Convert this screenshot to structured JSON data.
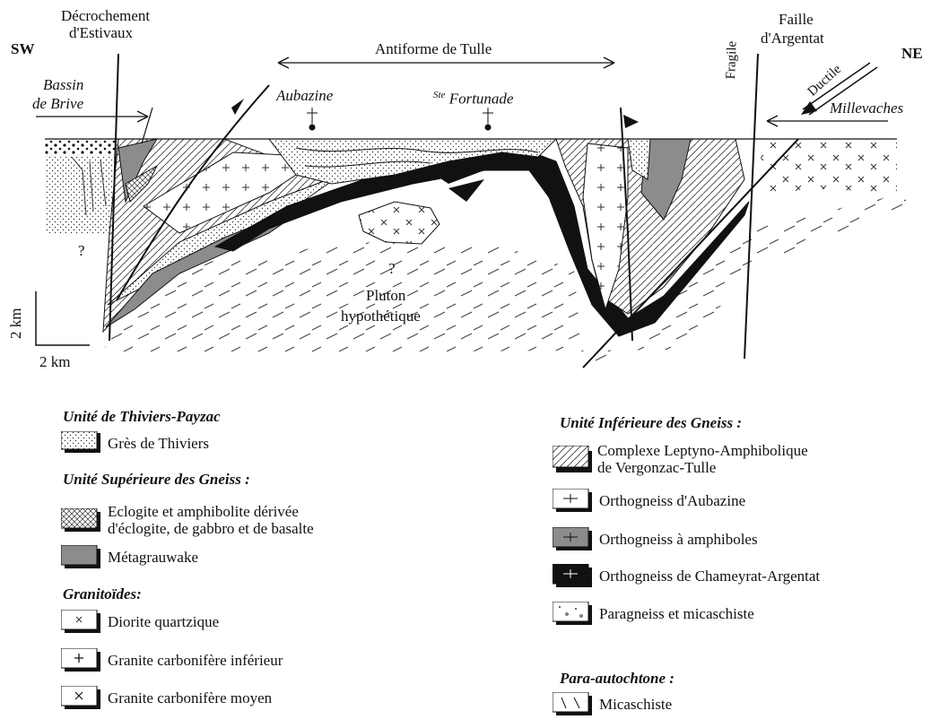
{
  "section": {
    "sw": "SW",
    "ne": "NE",
    "decrochement_line1": "Décrochement",
    "decrochement_line2": "d'Estivaux",
    "antiforme": "Antiforme de Tulle",
    "faille_line1": "Faille",
    "faille_line2": "d'Argentat",
    "bassin_line1": "Bassin",
    "bassin_line2": "de Brive",
    "aubazine": "Aubazine",
    "fortunade_sup": "Ste",
    "fortunade": "Fortunade",
    "fragile": "Fragile",
    "ductile": "Ductile",
    "millevaches": "Millevaches",
    "question_left": "?",
    "question_center": "?",
    "pluton_line1": "Pluton",
    "pluton_line2": "hypothétique",
    "scale_vertical": "2 km",
    "scale_horizontal": "2 km"
  },
  "colors": {
    "line": "#111111",
    "mid_gray": "#8c8c8c",
    "dark_gray": "#5a5a5a",
    "black": "#111111",
    "stipple": "#d8d8d8",
    "white": "#ffffff"
  },
  "legend_left": {
    "groups": [
      {
        "title": "Unité de Thiviers-Payzac",
        "items": [
          {
            "label": "Grès de Thiviers",
            "pattern": "stipple-dots"
          }
        ]
      },
      {
        "title": "Unité Supérieure des Gneiss :",
        "items": [
          {
            "label1": "Eclogite et amphibolite dérivée",
            "label2": "d'éclogite, de gabbro et de basalte",
            "pattern": "crosshatch"
          },
          {
            "label": "Métagrauwake",
            "pattern": "gray-fill"
          }
        ]
      },
      {
        "title": "Granitoïdes:",
        "items": [
          {
            "label": "Diorite quartzique",
            "pattern": "small-x"
          },
          {
            "label": "Granite carbonifère inférieur",
            "pattern": "plus"
          },
          {
            "label": "Granite carbonifère moyen",
            "pattern": "x"
          }
        ]
      }
    ]
  },
  "legend_right": {
    "groups": [
      {
        "title": "Unité Inférieure des Gneiss :",
        "items": [
          {
            "label1": "Complexe Leptyno-Amphibolique",
            "label2": "de Vergonzac-Tulle",
            "pattern": "diagonal-lines"
          },
          {
            "label": "Orthogneiss d'Aubazine",
            "pattern": "tick-white"
          },
          {
            "label": "Orthogneiss à amphiboles",
            "pattern": "tick-gray"
          },
          {
            "label": "Orthogneiss de Chameyrat-Argentat",
            "pattern": "tick-black"
          },
          {
            "label": "Paragneiss et micaschiste",
            "pattern": "dots-light"
          }
        ]
      },
      {
        "title": "Para-autochtone :",
        "items": [
          {
            "label": "Micaschiste",
            "pattern": "slash"
          }
        ]
      }
    ]
  }
}
